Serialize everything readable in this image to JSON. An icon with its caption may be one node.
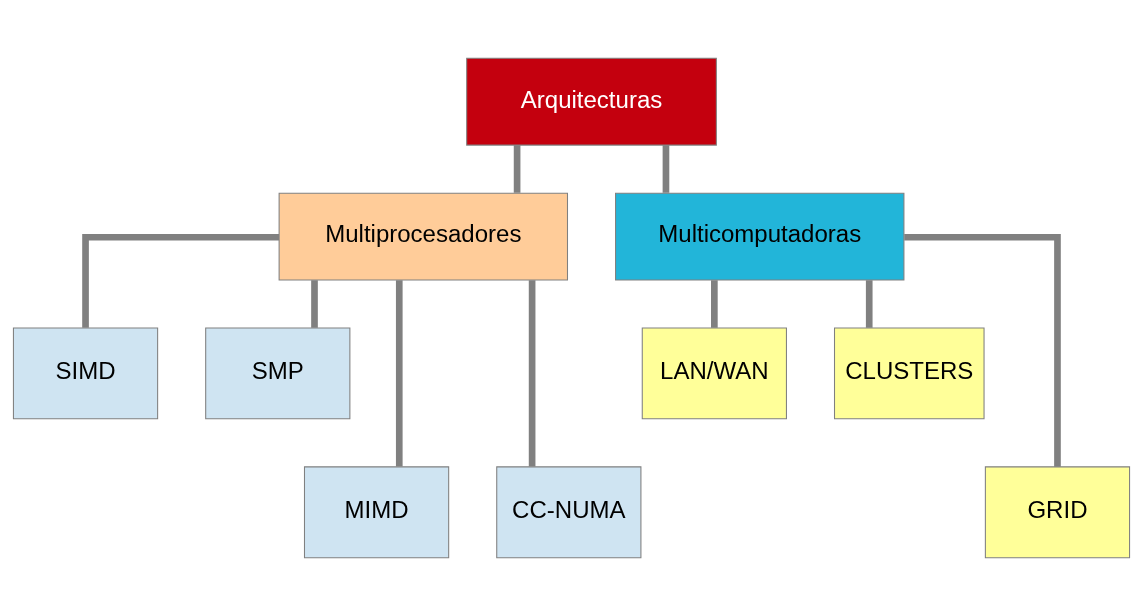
{
  "diagram": {
    "nodes": [
      {
        "text": [
          "Arquitecturas"
        ]
      },
      {
        "text": [
          "Multiprocesadores"
        ]
      },
      {
        "text": [
          "Multicomputadoras"
        ]
      },
      {
        "text": [
          "SIMD"
        ]
      },
      {
        "text": [
          "SMP"
        ]
      },
      {
        "text": [
          "MIMD"
        ]
      },
      {
        "text": [
          "CC-NUMA"
        ]
      },
      {
        "text": [
          "LAN/WAN"
        ]
      },
      {
        "text": [
          "CLUSTERS"
        ]
      },
      {
        "text": [
          "GRID"
        ]
      }
    ],
    "edges": [
      {
        "from": 0,
        "to": 1,
        "arrow": "none"
      },
      {
        "from": 0,
        "to": 2,
        "arrow": "none"
      },
      {
        "from": 1,
        "to": 3,
        "arrow": "none"
      },
      {
        "from": 1,
        "to": 4,
        "arrow": "none"
      },
      {
        "from": 1,
        "to": 5,
        "arrow": "none"
      },
      {
        "from": 1,
        "to": 6,
        "arrow": "none"
      },
      {
        "from": 2,
        "to": 7,
        "arrow": "none"
      },
      {
        "from": 2,
        "to": 9,
        "arrow": "none"
      },
      {
        "from": 2,
        "to": 8,
        "arrow": "none"
      }
    ]
  }
}
